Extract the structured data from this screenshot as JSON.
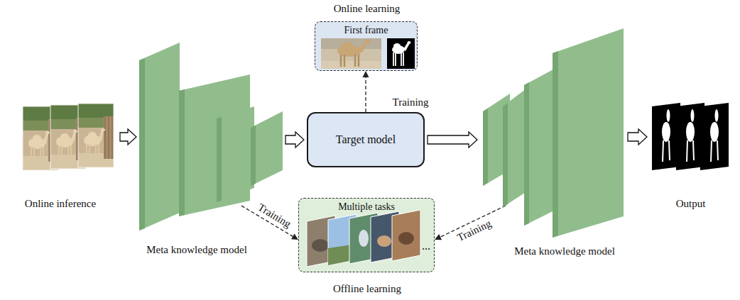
{
  "diagram": {
    "nodes": [
      {
        "text": [
          "Online inference"
        ]
      },
      {
        "text": [
          "Meta knowledge model"
        ]
      },
      {
        "text": [
          "Online learning",
          "First frame"
        ]
      },
      {
        "text": [
          "Target model"
        ]
      },
      {
        "text": [
          "Multiple tasks",
          "Offline learning"
        ]
      },
      {
        "text": [
          "Meta knowledge model"
        ]
      },
      {
        "text": [
          "Output"
        ]
      }
    ],
    "edges": [
      {
        "from": 0,
        "to": 1,
        "arrow": "to"
      },
      {
        "from": 1,
        "to": 3,
        "arrow": "to"
      },
      {
        "from": 3,
        "to": 5,
        "arrow": "to"
      },
      {
        "from": 5,
        "to": 6,
        "arrow": "to"
      },
      {
        "from": 3,
        "to": 2,
        "label": "Training",
        "arrow": "to"
      },
      {
        "from": 1,
        "to": 4,
        "label": "Training",
        "arrow": "to"
      },
      {
        "from": 5,
        "to": 4,
        "label": "Training",
        "arrow": "to"
      }
    ],
    "labels": [
      "..."
    ]
  }
}
